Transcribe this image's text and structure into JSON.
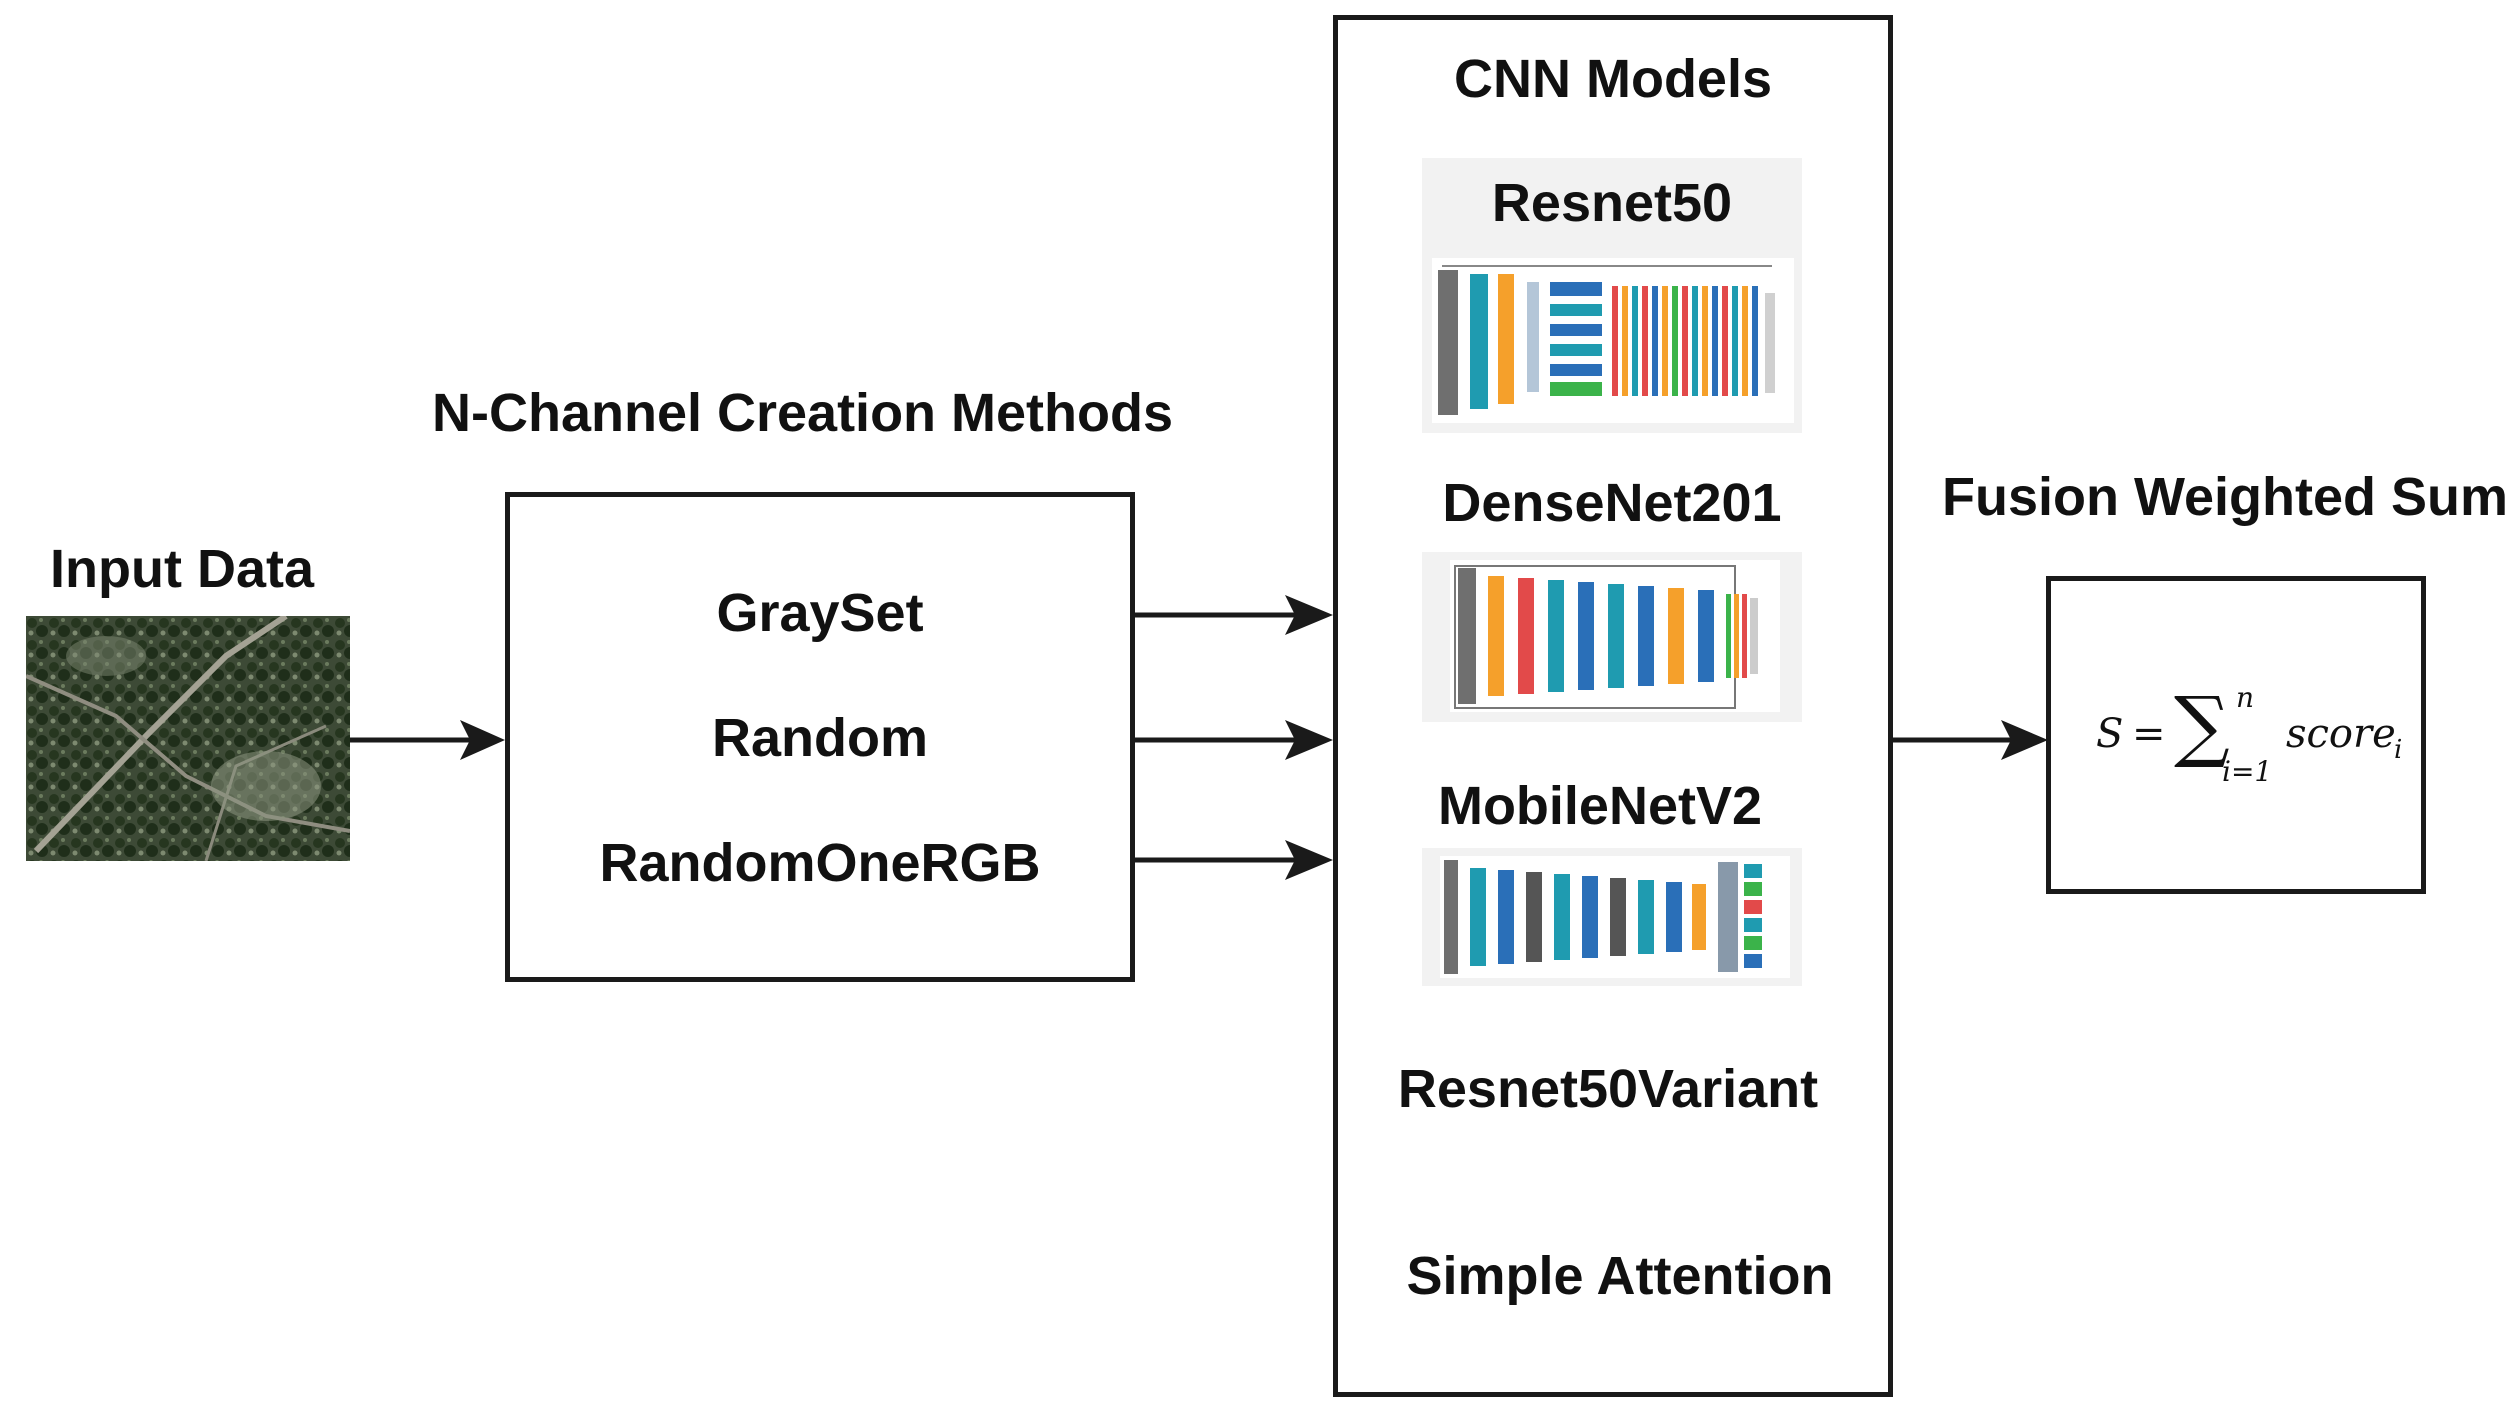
{
  "input": {
    "title": "Input Data",
    "image_icon": "satellite-image"
  },
  "channel": {
    "title": "N-Channel Creation Methods",
    "methods": [
      "GraySet",
      "Random",
      "RandomOneRGB"
    ]
  },
  "cnn": {
    "title": "CNN Models",
    "models": [
      "Resnet50",
      "DenseNet201",
      "MobileNetV2",
      "Resnet50Variant",
      "Simple Attention"
    ]
  },
  "fusion": {
    "title": "Fusion Weighted Sum",
    "formula": {
      "lhs": "S",
      "eq": "=",
      "sigma": "∑",
      "upper": "n",
      "lower": "i=1",
      "term": "score",
      "subscript": "i"
    }
  },
  "colors": {
    "stroke": "#1a1a1a",
    "teal": "#1f9bb0",
    "orange": "#f5a02b",
    "blue": "#2a6fb8",
    "red": "#e24a4a",
    "green": "#3bb34a"
  }
}
